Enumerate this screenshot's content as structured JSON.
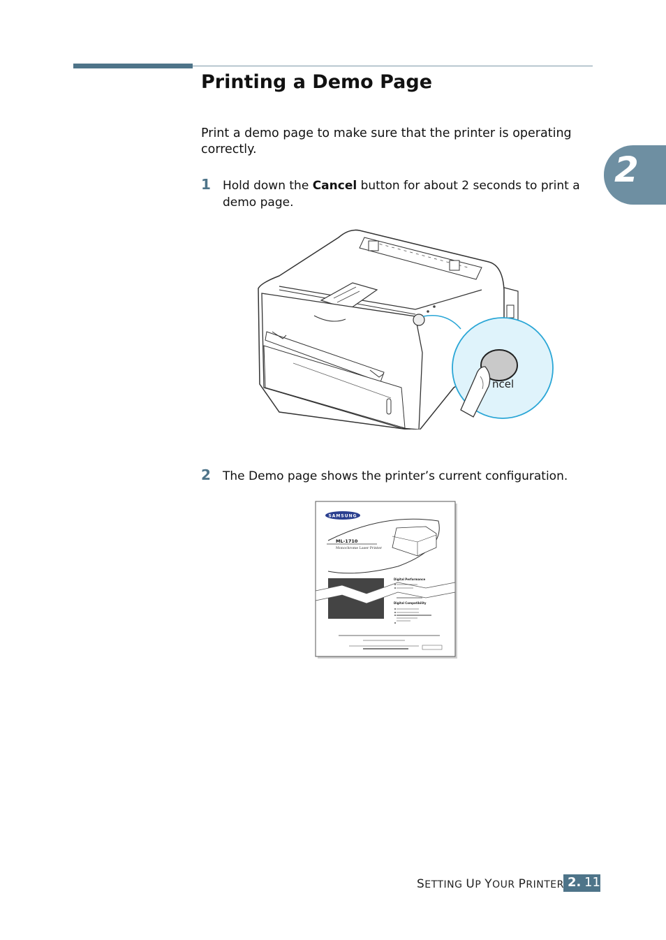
{
  "heading": "Printing a Demo Page",
  "intro": "Print a demo page to make sure that the printer is operating correctly.",
  "chapter_tab": "2",
  "steps": [
    {
      "number": "1",
      "text_before": "Hold down the ",
      "bold": "Cancel",
      "text_after": " button for about 2 seconds to print a demo page."
    },
    {
      "number": "2",
      "text": "The Demo page shows the printer’s current configuration."
    }
  ],
  "figure1": {
    "callout_label": "ncel"
  },
  "figure2": {
    "brand": "SAMSUNG",
    "model": "ML-1710",
    "subtitle": "Monochrome Laser Printer",
    "section1": "Digital Performance",
    "section2": "Digital Compatibility"
  },
  "footer": {
    "section_s": "S",
    "section_etting": "ETTING ",
    "section_u": "U",
    "section_p": "P ",
    "section_y": "Y",
    "section_our": "OUR ",
    "section_p2": "P",
    "section_rinter": "RINTER",
    "page_prefix": "2.",
    "page_number": "11"
  },
  "colors": {
    "accent": "#4e7489",
    "tab": "#6e8fa2",
    "callout": "#dff3fb"
  }
}
